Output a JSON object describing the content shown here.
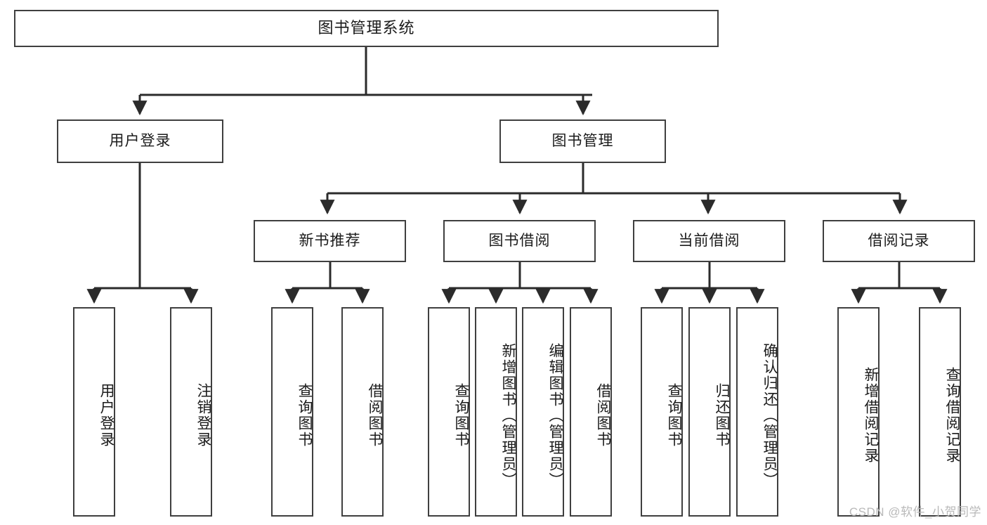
{
  "diagram": {
    "type": "tree",
    "title": "图书管理系统",
    "root": {
      "label": "图书管理系统"
    },
    "level2": [
      {
        "label": "用户登录"
      },
      {
        "label": "图书管理"
      }
    ],
    "level3": [
      {
        "label": "新书推荐"
      },
      {
        "label": "图书借阅"
      },
      {
        "label": "当前借阅"
      },
      {
        "label": "借阅记录"
      }
    ],
    "leaves": [
      {
        "label": "用户登录"
      },
      {
        "label": "注销登录"
      },
      {
        "label": "查询图书"
      },
      {
        "label": "借阅图书"
      },
      {
        "label": "查询图书"
      },
      {
        "label": "新增图书（管理员）"
      },
      {
        "label": "编辑图书（管理员）"
      },
      {
        "label": "借阅图书"
      },
      {
        "label": "查询图书"
      },
      {
        "label": "归还图书"
      },
      {
        "label": "确认归还（管理员）"
      },
      {
        "label": "新增借阅记录"
      },
      {
        "label": "查询借阅记录"
      }
    ],
    "colors": {
      "border": "#3f3f3f",
      "background": "#ffffff",
      "text": "#1b1b1b",
      "connector": "#2b2b2b",
      "watermark": "#b9b9b9"
    }
  },
  "watermark": {
    "text": "CSDN @软件_小贺同学"
  }
}
